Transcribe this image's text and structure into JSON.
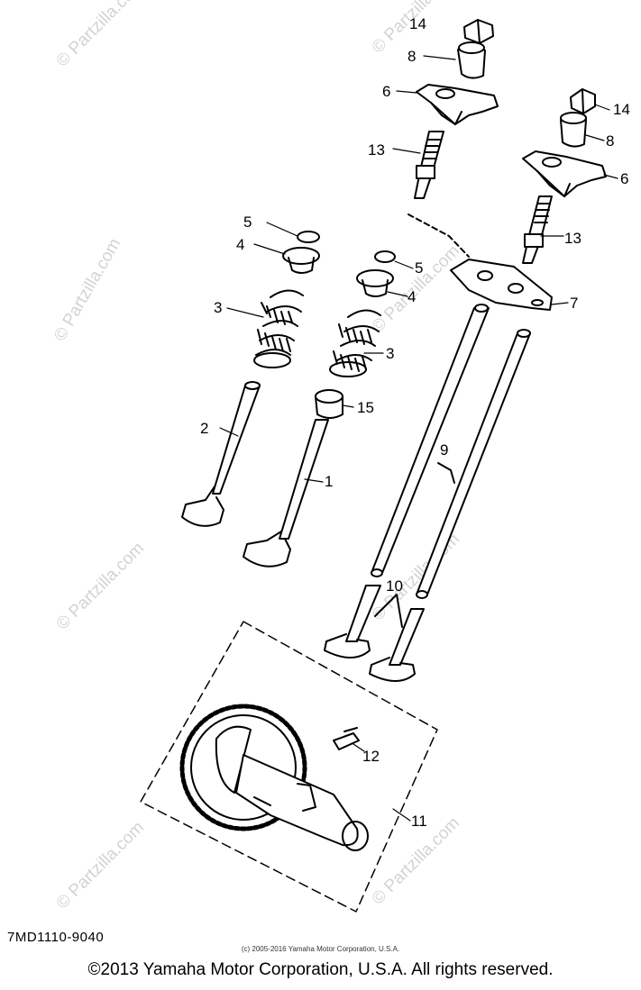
{
  "watermark": "© Partzilla.com",
  "callouts": {
    "c1": "1",
    "c2": "2",
    "c3a": "3",
    "c3b": "3",
    "c4a": "4",
    "c4b": "4",
    "c5a": "5",
    "c5b": "5",
    "c6a": "6",
    "c6b": "6",
    "c7": "7",
    "c8a": "8",
    "c8b": "8",
    "c9": "9",
    "c10": "10",
    "c11": "11",
    "c12": "12",
    "c13a": "13",
    "c13b": "13",
    "c14a": "14",
    "c14b": "14",
    "c15": "15"
  },
  "diagram_code": "7MD1110-9040",
  "small_copyright": "(c) 2005-2016 Yamaha Motor Corporation, U.S.A.",
  "copyright": "©2013 Yamaha Motor Corporation, U.S.A. All rights reserved."
}
